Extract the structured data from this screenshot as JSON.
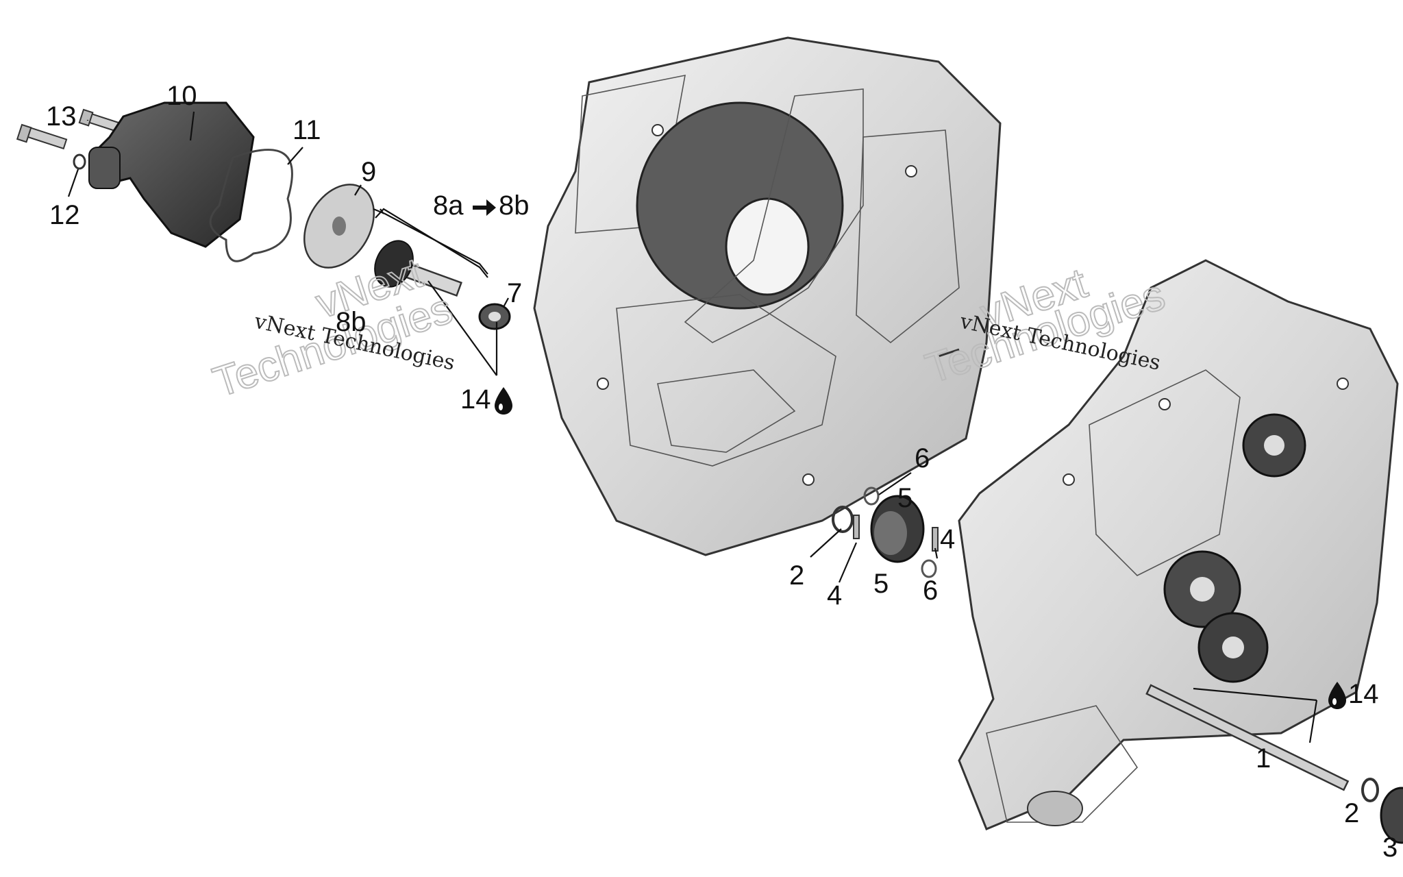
{
  "callouts": {
    "c1": "1",
    "c2a": "2",
    "c2b": "2",
    "c3": "3",
    "c4a": "4",
    "c4b": "4",
    "c5a": "5",
    "c5b": "5",
    "c6a": "6",
    "c6b": "6",
    "c7": "7",
    "c8ab_a": "8a",
    "c8ab_b": "8b",
    "c8b": "8b",
    "c9": "9",
    "c10": "10",
    "c11": "11",
    "c12": "12",
    "c13": "13",
    "c14a": "14",
    "c14b": "14"
  },
  "watermarks": {
    "small": "vNext Technologies",
    "big_line1": "vNext",
    "big_line2": "Technologies"
  },
  "icons": {
    "arrow": "right-arrow-icon",
    "oil": "oil-drop-icon"
  }
}
